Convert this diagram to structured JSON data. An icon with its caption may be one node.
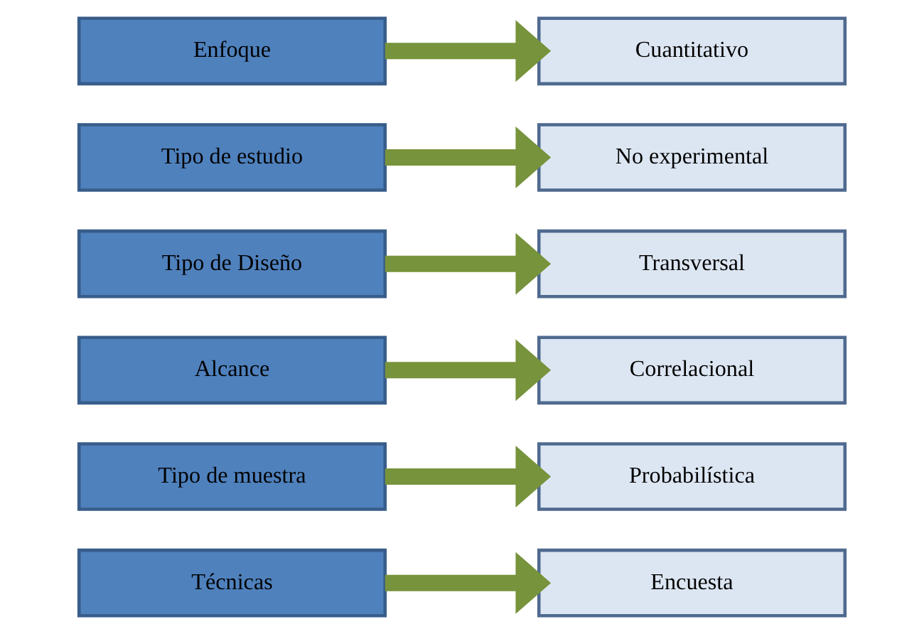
{
  "diagram": {
    "nodes": [
      {
        "text": [
          "Enfoque"
        ]
      },
      {
        "text": [
          "Cuantitativo"
        ]
      },
      {
        "text": [
          "Tipo de estudio"
        ]
      },
      {
        "text": [
          "No experimental"
        ]
      },
      {
        "text": [
          "Tipo de Diseño"
        ]
      },
      {
        "text": [
          "Transversal"
        ]
      },
      {
        "text": [
          "Alcance"
        ]
      },
      {
        "text": [
          "Correlacional"
        ]
      },
      {
        "text": [
          "Tipo de muestra"
        ]
      },
      {
        "text": [
          "Probabilística"
        ]
      },
      {
        "text": [
          "Técnicas"
        ]
      },
      {
        "text": [
          "Encuesta"
        ]
      }
    ],
    "edges": [
      {
        "from": 0,
        "to": 1,
        "arrow": "to"
      },
      {
        "from": 2,
        "to": 3,
        "arrow": "to"
      },
      {
        "from": 4,
        "to": 5,
        "arrow": "to"
      },
      {
        "from": 6,
        "to": 7,
        "arrow": "to"
      },
      {
        "from": 8,
        "to": 9,
        "arrow": "to"
      },
      {
        "from": 10,
        "to": 11,
        "arrow": "to"
      }
    ]
  }
}
